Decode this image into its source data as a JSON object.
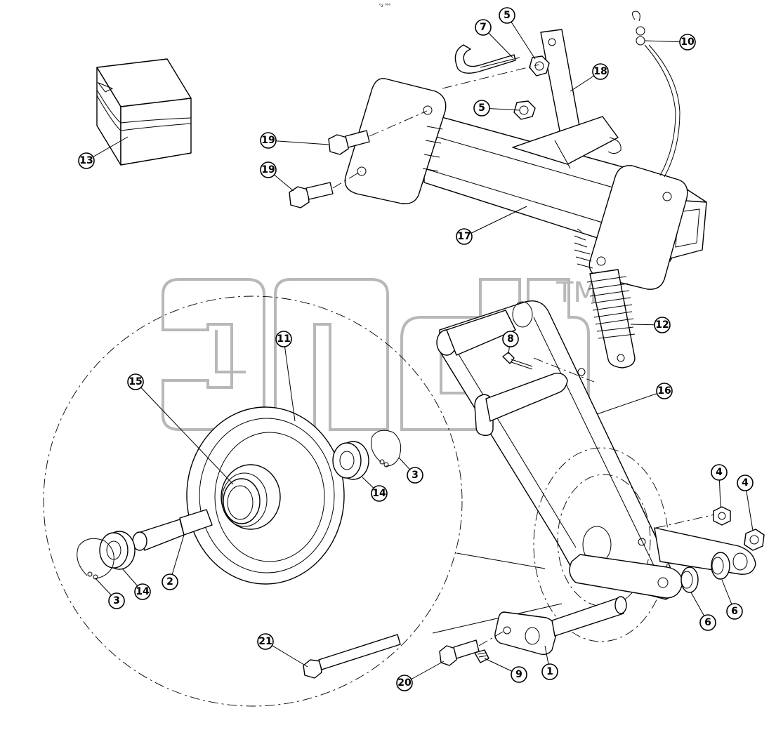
{
  "page_mark": "⁰₂ ⁰⁰⁰",
  "watermark": {
    "tm": "TM"
  },
  "callouts": [
    {
      "label": "1"
    },
    {
      "label": "2"
    },
    {
      "label": "3"
    },
    {
      "label": "3"
    },
    {
      "label": "4"
    },
    {
      "label": "4"
    },
    {
      "label": "5"
    },
    {
      "label": "5"
    },
    {
      "label": "6"
    },
    {
      "label": "6"
    },
    {
      "label": "7"
    },
    {
      "label": "8"
    },
    {
      "label": "9"
    },
    {
      "label": "10"
    },
    {
      "label": "11"
    },
    {
      "label": "12"
    },
    {
      "label": "13"
    },
    {
      "label": "14"
    },
    {
      "label": "14"
    },
    {
      "label": "15"
    },
    {
      "label": "16"
    },
    {
      "label": "17"
    },
    {
      "label": "18"
    },
    {
      "label": "19"
    },
    {
      "label": "19"
    },
    {
      "label": "20"
    },
    {
      "label": "21"
    }
  ]
}
